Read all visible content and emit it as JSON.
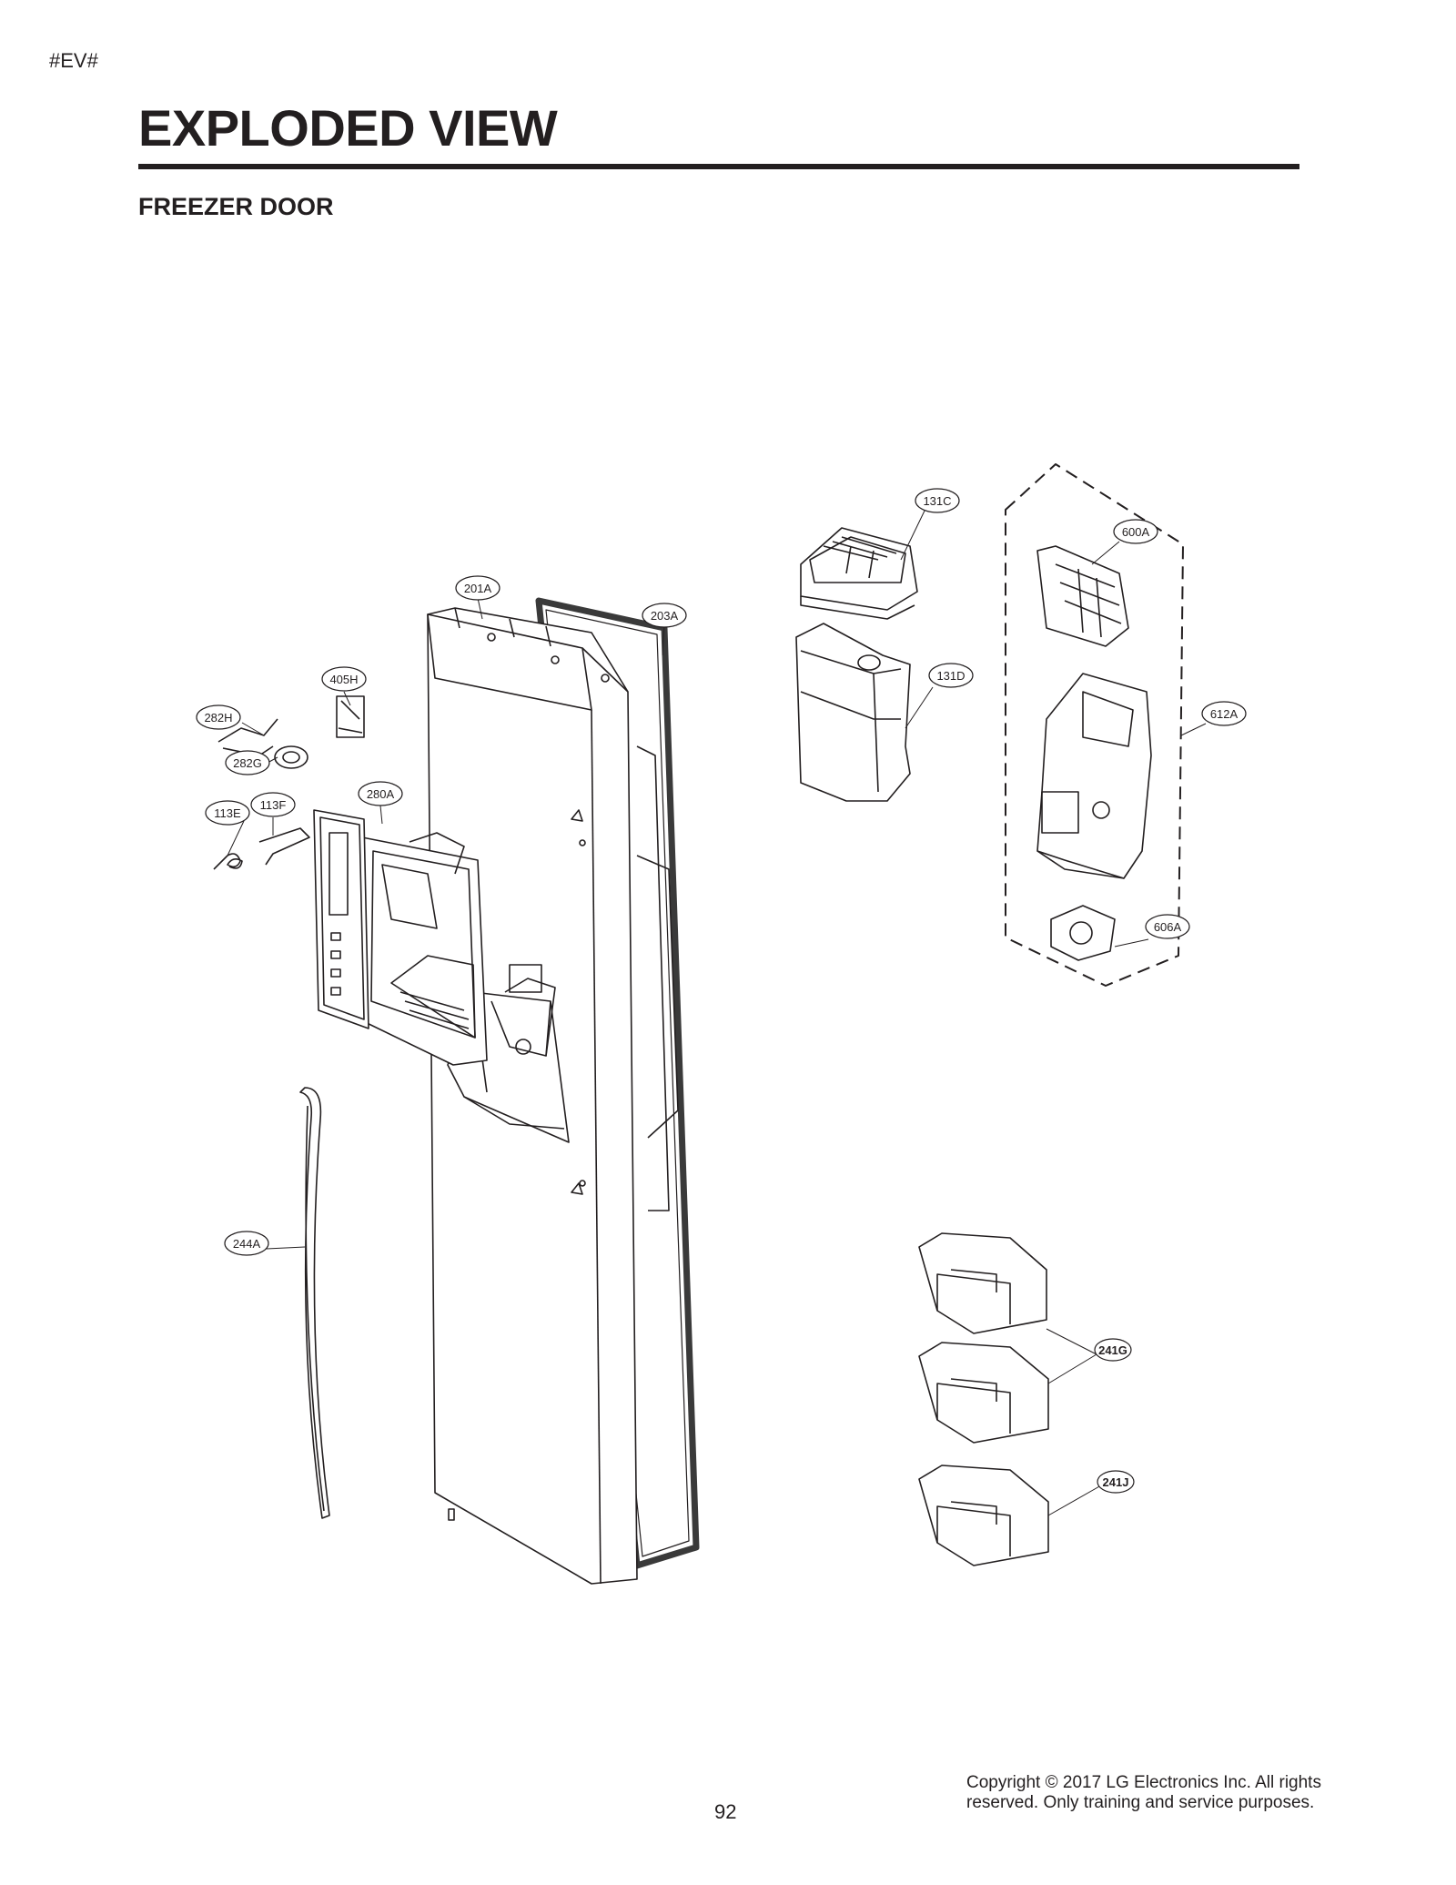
{
  "header": {
    "tag": "#EV#",
    "title": "EXPLODED VIEW",
    "subtitle": "FREEZER DOOR"
  },
  "callouts": [
    {
      "id": "131C",
      "label": "131C"
    },
    {
      "id": "600A",
      "label": "600A"
    },
    {
      "id": "201A",
      "label": "201A"
    },
    {
      "id": "203A",
      "label": "203A"
    },
    {
      "id": "131D",
      "label": "131D"
    },
    {
      "id": "612A",
      "label": "612A"
    },
    {
      "id": "405H",
      "label": "405H"
    },
    {
      "id": "282H",
      "label": "282H"
    },
    {
      "id": "282G",
      "label": "282G"
    },
    {
      "id": "280A",
      "label": "280A"
    },
    {
      "id": "113F",
      "label": "113F"
    },
    {
      "id": "113E",
      "label": "113E"
    },
    {
      "id": "606A",
      "label": "606A"
    },
    {
      "id": "244A",
      "label": "244A"
    },
    {
      "id": "241G",
      "label": "241G"
    },
    {
      "id": "241J",
      "label": "241J"
    }
  ],
  "footer": {
    "page_number": "92",
    "copyright_line1": "Copyright © 2017 LG Electronics Inc. All rights",
    "copyright_line2": "reserved. Only training and service purposes."
  }
}
